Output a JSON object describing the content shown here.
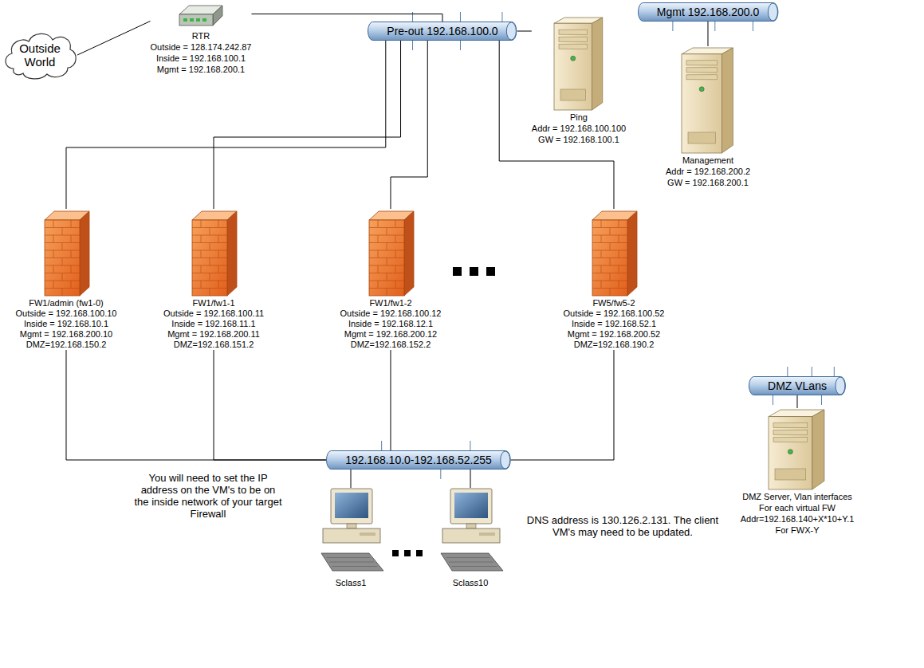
{
  "diagram": {
    "nodes": [
      {
        "text": [
          "Outside World"
        ]
      },
      {
        "text": [
          "RTR",
          "Outside = 128.174.242.87",
          "Inside = 192.168.100.1",
          "Mgmt = 192.168.200.1"
        ]
      },
      {
        "text": [
          "Pre-out 192.168.100.0"
        ]
      },
      {
        "text": [
          "Ping",
          "Addr = 192.168.100.100",
          "GW = 192.168.100.1"
        ]
      },
      {
        "text": [
          "Mgmt 192.168.200.0"
        ]
      },
      {
        "text": [
          "Management",
          "Addr = 192.168.200.2",
          "GW = 192.168.200.1"
        ]
      },
      {
        "text": [
          "FW1/admin (fw1-0)",
          "Outside = 192.168.100.10",
          "Inside = 192.168.10.1",
          "Mgmt = 192.168.200.10",
          "DMZ=192.168.150.2"
        ]
      },
      {
        "text": [
          "FW1/fw1-1",
          "Outside = 192.168.100.11",
          "Inside = 192.168.11.1",
          "Mgmt = 192.168.200.11",
          "DMZ=192.168.151.2"
        ]
      },
      {
        "text": [
          "FW1/fw1-2",
          "Outside = 192.168.100.12",
          "Inside = 192.168.12.1",
          "Mgmt = 192.168.200.12",
          "DMZ=192.168.152.2"
        ]
      },
      {
        "text": [
          "FW5/fw5-2",
          "Outside = 192.168.100.52",
          "Inside = 192.168.52.1",
          "Mgmt = 192.168.200.52",
          "DMZ=192.168.190.2"
        ]
      },
      {
        "text": [
          "DMZ VLans"
        ]
      },
      {
        "text": [
          "DMZ Server, Vlan interfaces",
          "For each virtual FW",
          "Addr=192.168.140+X*10+Y.1",
          "For FWX-Y"
        ]
      },
      {
        "text": [
          "192.168.10.0-192.168.52.255"
        ]
      },
      {
        "text": [
          "Sclass1"
        ]
      },
      {
        "text": [
          "Sclass10"
        ]
      }
    ],
    "edges": [
      {
        "from": 0,
        "to": 1,
        "arrow": "none"
      },
      {
        "from": 1,
        "to": 2,
        "arrow": "none"
      },
      {
        "from": 2,
        "to": 3,
        "arrow": "none"
      },
      {
        "from": 4,
        "to": 5,
        "arrow": "none"
      },
      {
        "from": 6,
        "to": 2,
        "arrow": "none"
      },
      {
        "from": 7,
        "to": 2,
        "arrow": "none"
      },
      {
        "from": 8,
        "to": 2,
        "arrow": "none"
      },
      {
        "from": 9,
        "to": 2,
        "arrow": "none"
      },
      {
        "from": 6,
        "to": 12,
        "arrow": "none"
      },
      {
        "from": 7,
        "to": 12,
        "arrow": "none"
      },
      {
        "from": 8,
        "to": 12,
        "arrow": "none"
      },
      {
        "from": 9,
        "to": 12,
        "arrow": "none"
      },
      {
        "from": 13,
        "to": 12,
        "arrow": "none"
      },
      {
        "from": 14,
        "to": 12,
        "arrow": "none"
      },
      {
        "from": 10,
        "to": 11,
        "arrow": "none"
      }
    ],
    "labels": [
      "You will need to set the IP address on the VM's to be on the inside network of your target Firewall",
      "DNS address is 130.126.2.131. The client VM's may need to be updated."
    ]
  }
}
